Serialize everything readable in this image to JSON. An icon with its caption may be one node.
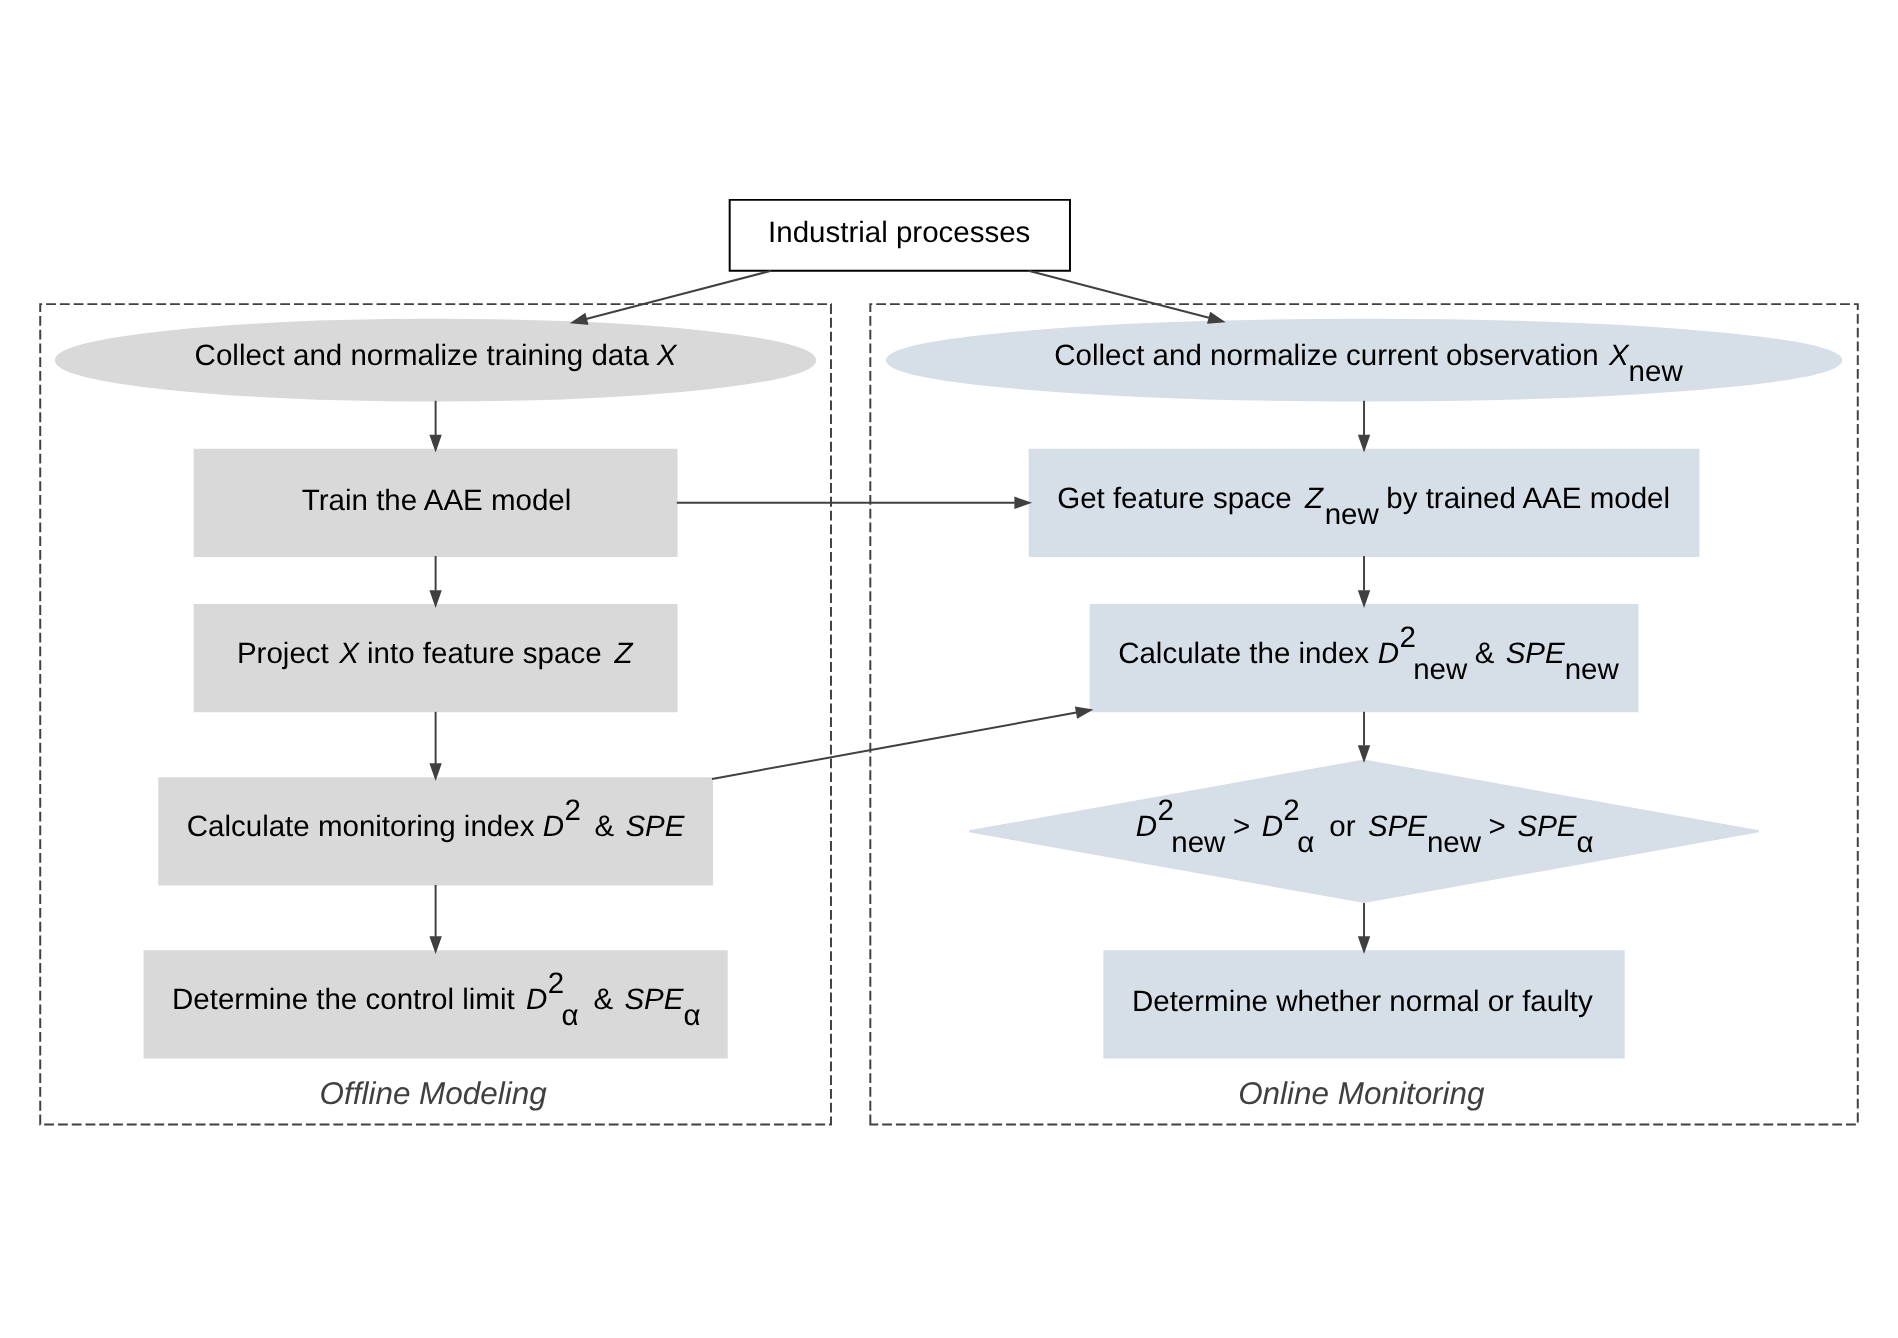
{
  "diagram": {
    "nodes": [
      {
        "text": [
          "Industrial processes"
        ]
      },
      {
        "text": [
          "Offline Modeling"
        ]
      },
      {
        "text": [
          "Collect and normalize training data *X*"
        ],
        "in": 1
      },
      {
        "text": [
          "Train the AAE model"
        ],
        "in": 1
      },
      {
        "text": [
          "Project *X* into feature space *Z*"
        ],
        "in": 1
      },
      {
        "text": [
          "Calculate monitoring index *D*$^{2}$ & *SPE*"
        ],
        "in": 1
      },
      {
        "text": [
          "Determine the control limit *D*$^{2}$$_{α}$ & *SPE*$_{α}$"
        ],
        "in": 1
      },
      {
        "text": [
          "Online Monitoring"
        ]
      },
      {
        "text": [
          "Collect and normalize current observation *X*$_{new}$"
        ],
        "in": 7
      },
      {
        "text": [
          "Get feature space *Z*$_{new}$ by trained AAE model"
        ],
        "in": 7
      },
      {
        "text": [
          "Calculate the index *D*$^{2}$$_{new}$ & *SPE*$_{new}$"
        ],
        "in": 7
      },
      {
        "text": [
          "*D*$^{2}$$_{new}$ > *D*$^{2}$$_{α}$ or *SPE*$_{new}$ > *SPE*$_{α}$"
        ],
        "in": 7
      },
      {
        "text": [
          "Determine whether normal or faulty"
        ],
        "in": 7
      }
    ],
    "edges": [
      {
        "from": 0,
        "to": 2,
        "arrow": "to"
      },
      {
        "from": 0,
        "to": 8,
        "arrow": "to"
      },
      {
        "from": 2,
        "to": 3,
        "arrow": "to"
      },
      {
        "from": 3,
        "to": 4,
        "arrow": "to"
      },
      {
        "from": 4,
        "to": 5,
        "arrow": "to"
      },
      {
        "from": 5,
        "to": 6,
        "arrow": "to"
      },
      {
        "from": 3,
        "to": 9,
        "arrow": "to"
      },
      {
        "from": 5,
        "to": 10,
        "arrow": "to"
      },
      {
        "from": 8,
        "to": 9,
        "arrow": "to"
      },
      {
        "from": 9,
        "to": 10,
        "arrow": "to"
      },
      {
        "from": 10,
        "to": 11,
        "arrow": "to"
      },
      {
        "from": 11,
        "to": 12,
        "arrow": "to"
      }
    ]
  }
}
